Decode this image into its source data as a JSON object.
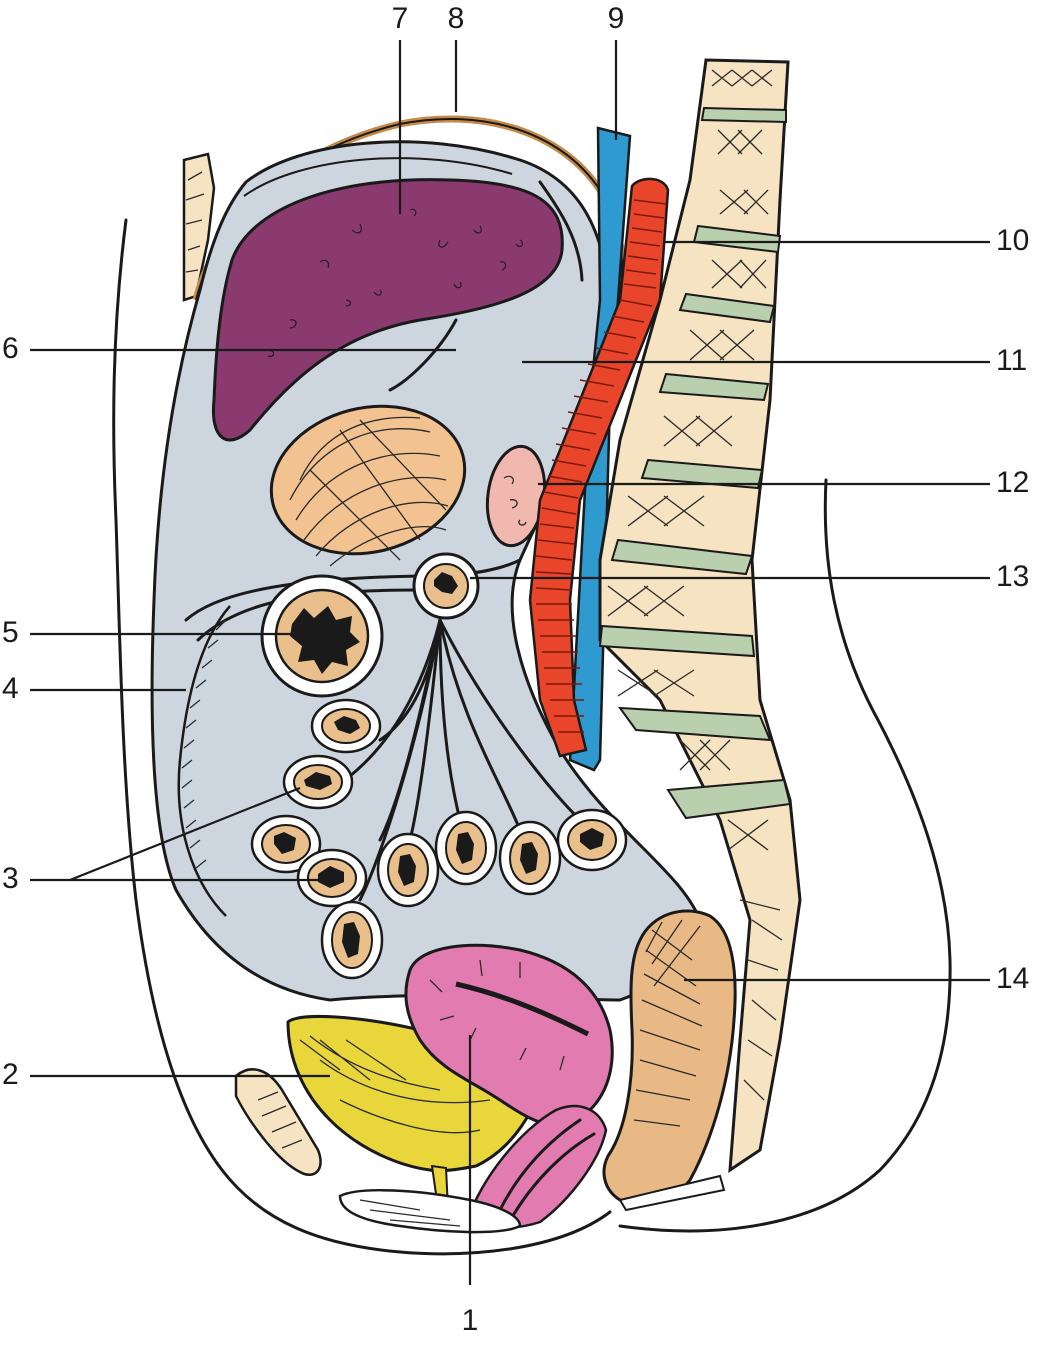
{
  "labels": [
    {
      "id": "1",
      "text": "1"
    },
    {
      "id": "2",
      "text": "2"
    },
    {
      "id": "3",
      "text": "3"
    },
    {
      "id": "4",
      "text": "4"
    },
    {
      "id": "5",
      "text": "5"
    },
    {
      "id": "6",
      "text": "6"
    },
    {
      "id": "7",
      "text": "7"
    },
    {
      "id": "8",
      "text": "8"
    },
    {
      "id": "9",
      "text": "9"
    },
    {
      "id": "10",
      "text": "10"
    },
    {
      "id": "11",
      "text": "11"
    },
    {
      "id": "12",
      "text": "12"
    },
    {
      "id": "13",
      "text": "13"
    },
    {
      "id": "14",
      "text": "14"
    }
  ],
  "colors": {
    "peritoneal_cavity": "#cdd6de",
    "liver": "#8a3a6e",
    "stomach": "#f2c290",
    "pancreas": "#f0b8ae",
    "bowel_ring": "#e9c08c",
    "vena_cava": "#2f9ad0",
    "aorta": "#e8452a",
    "vertebra": "#f6e3c2",
    "disc": "#b9cfae",
    "bladder": "#e8d63a",
    "uterus": "#e27bb0",
    "rectum": "#e8b985",
    "abdominal_wall_line": "#c48a4a"
  }
}
